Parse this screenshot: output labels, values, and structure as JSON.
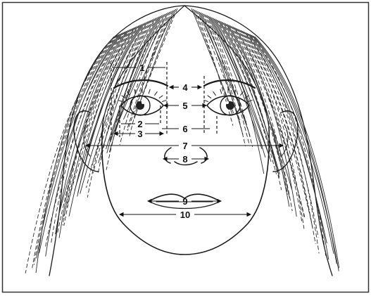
{
  "measurements": [
    {
      "label": "1"
    },
    {
      "label": "2"
    },
    {
      "label": "3"
    },
    {
      "label": "4"
    },
    {
      "label": "5"
    },
    {
      "label": "6"
    },
    {
      "label": "7"
    },
    {
      "label": "8"
    },
    {
      "label": "9"
    },
    {
      "label": "10"
    }
  ],
  "colors": {
    "ink": "#1a1a1a",
    "paper": "#ffffff",
    "frame": "#333333"
  }
}
